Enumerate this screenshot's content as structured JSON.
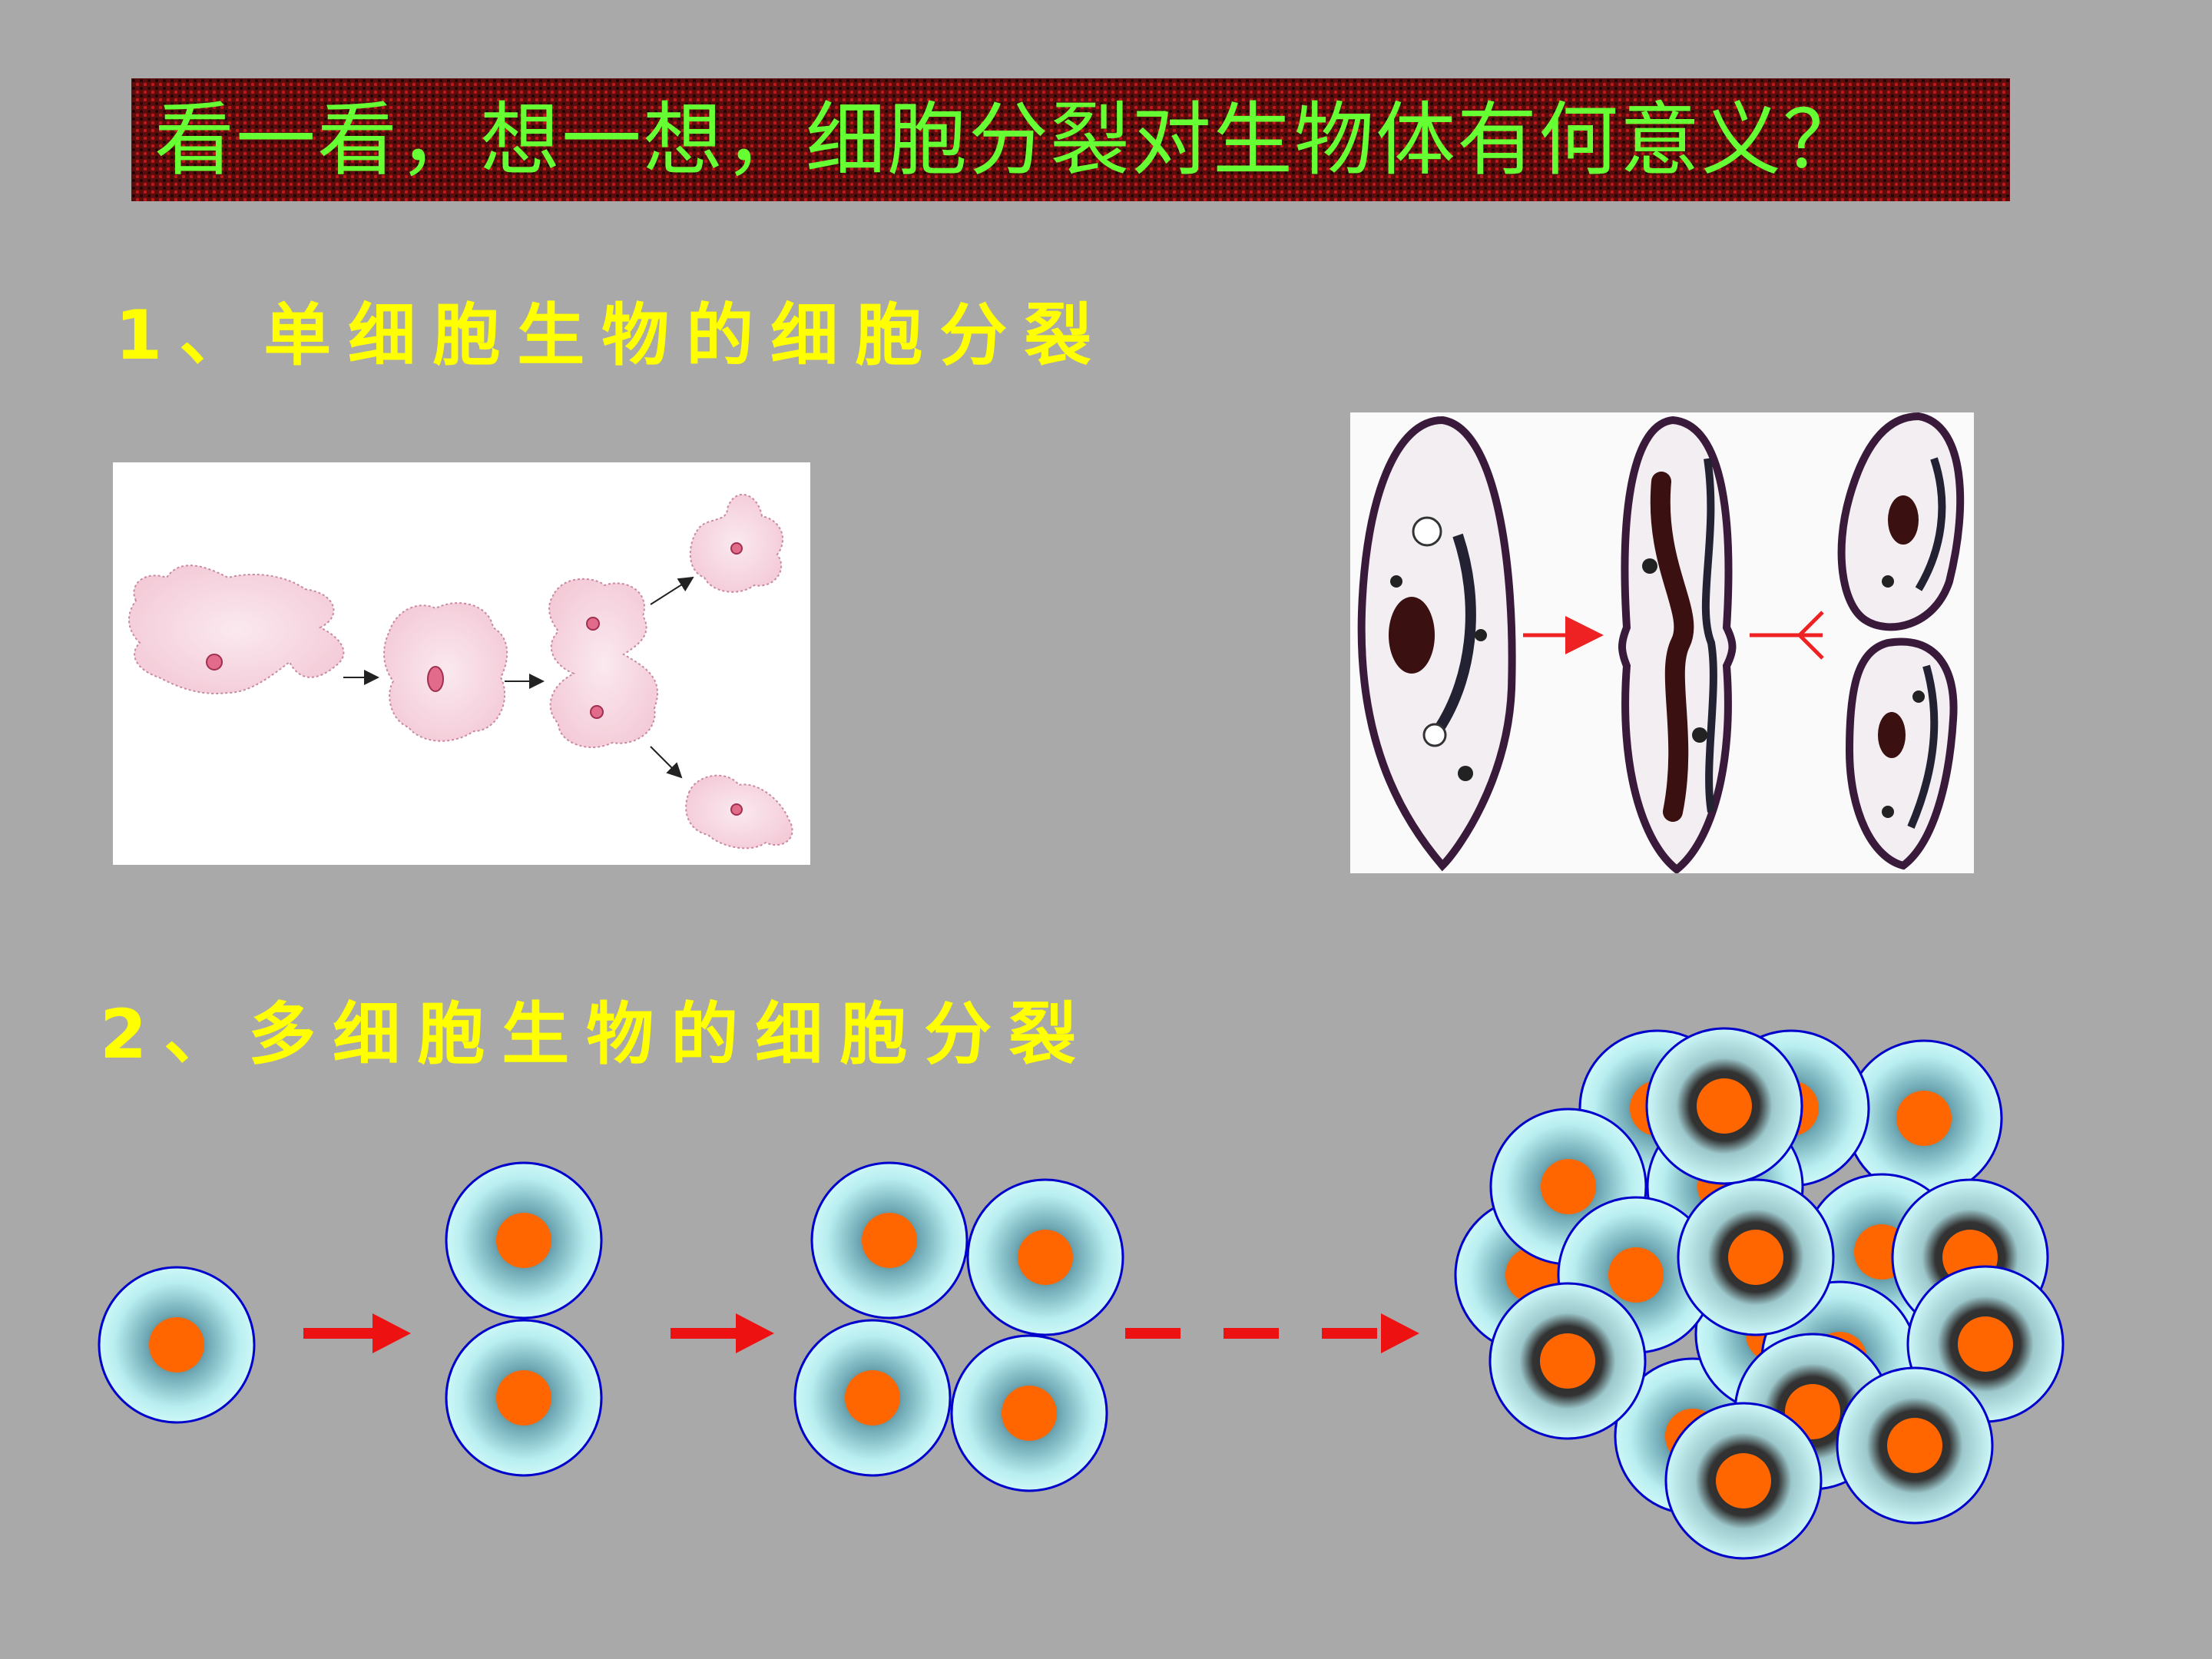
{
  "slide": {
    "title": "看一看，想一想，细胞分裂对生物体有何意义？",
    "section1": "1、单细胞生物的细胞分裂",
    "section2": "2、多细胞生物的细胞分裂"
  },
  "icons": {
    "arrow": "red-arrow-icon",
    "cell": "cell-nucleus-icon"
  },
  "colors": {
    "background": "#a9a9a9",
    "title_text": "#66ff33",
    "heading_text": "#ffff00",
    "arrow": "#ee1111",
    "nucleus": "#ff6600",
    "cell_outline": "#0000cc",
    "cytoplasm": "#c8f4f4"
  }
}
